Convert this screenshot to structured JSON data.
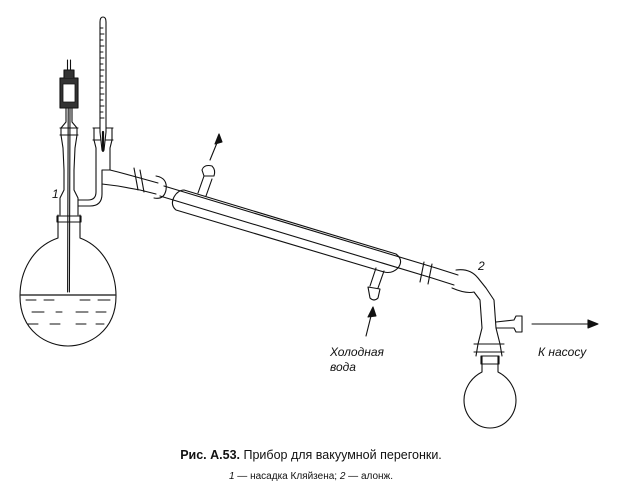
{
  "labels": {
    "part1_number": "1",
    "part2_number": "2",
    "cold_water_line1": "Холодная",
    "cold_water_line2": "вода",
    "to_pump": "К насосу"
  },
  "caption": {
    "figure_id": "Рис. А.53.",
    "title": "Прибор для вакуумной перегонки.",
    "legend_1_num": "1",
    "legend_1_text": " — насадка Кляйзена; ",
    "legend_2_num": "2",
    "legend_2_text": " — алонж."
  },
  "colors": {
    "ink": "#111111",
    "background": "#ffffff"
  }
}
